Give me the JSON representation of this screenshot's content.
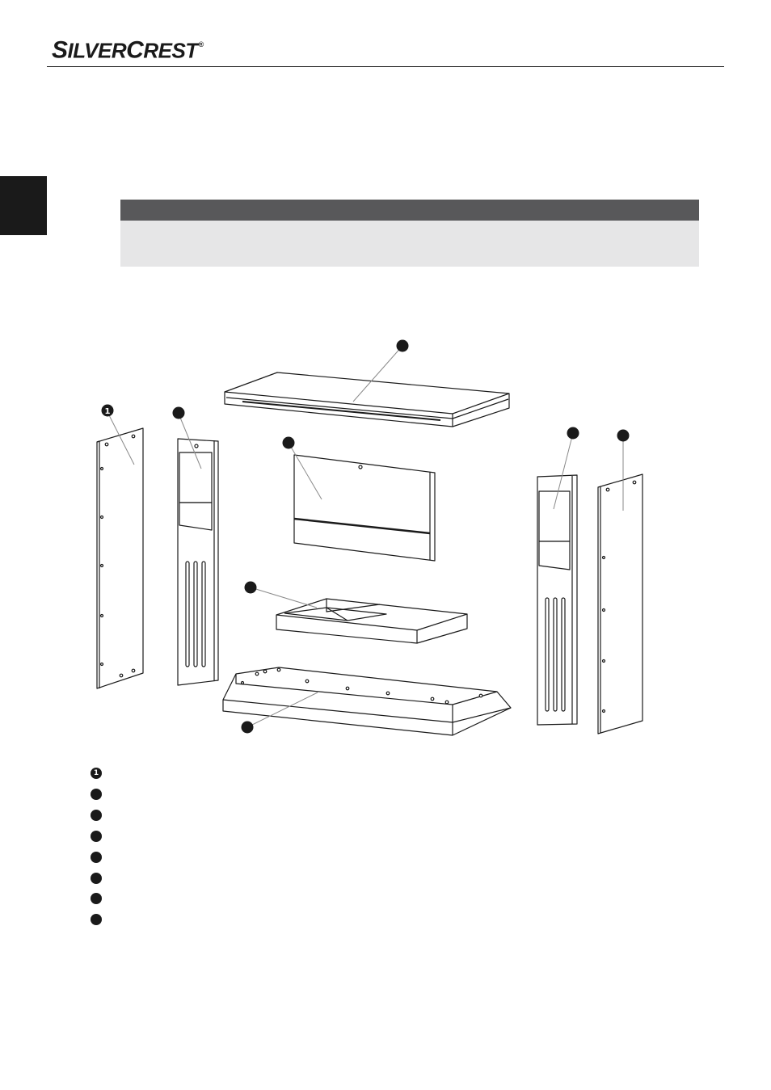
{
  "header": {
    "logo_part1": "S",
    "logo_part2": "ILVER",
    "logo_part3": "C",
    "logo_part4": "REST",
    "logo_mark": "®"
  },
  "diagram": {
    "callouts": [
      {
        "id": "callout-side-panel-left",
        "label": "1"
      },
      {
        "id": "callout-front-pillar-left",
        "label": ""
      },
      {
        "id": "callout-top-mantel",
        "label": ""
      },
      {
        "id": "callout-back-panel",
        "label": ""
      },
      {
        "id": "callout-inner-frame",
        "label": ""
      },
      {
        "id": "callout-base-plinth",
        "label": ""
      },
      {
        "id": "callout-front-pillar-right",
        "label": ""
      },
      {
        "id": "callout-side-panel-right",
        "label": ""
      }
    ]
  },
  "legend": {
    "items": [
      {
        "marker": "1"
      },
      {
        "marker": ""
      },
      {
        "marker": ""
      },
      {
        "marker": ""
      },
      {
        "marker": ""
      },
      {
        "marker": ""
      },
      {
        "marker": ""
      },
      {
        "marker": ""
      }
    ]
  },
  "colors": {
    "ink": "#1a1a1a",
    "note_header": "#58585a",
    "note_body": "#e6e6e7",
    "side_tab": "#1a1a1a"
  }
}
